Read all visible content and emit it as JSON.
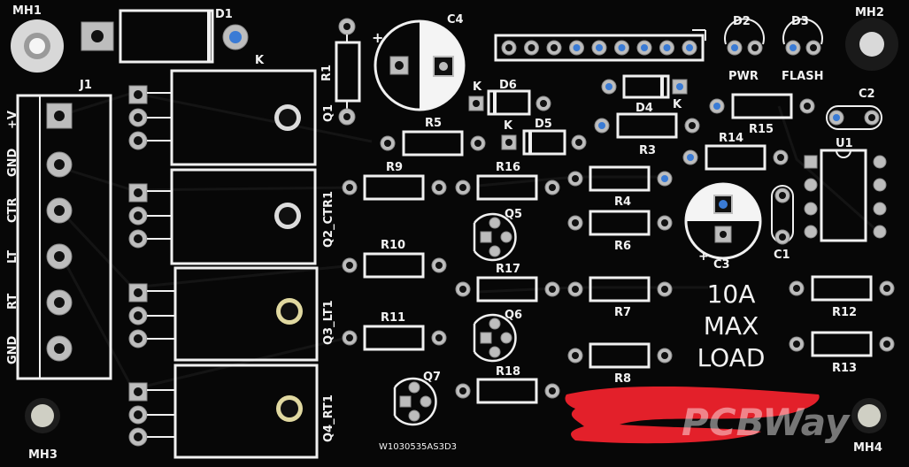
{
  "board": {
    "background": "#070707",
    "silkscreen_color": "#f0f0f0",
    "pad_color": "#bdbdbd",
    "via_color": "#3a7bd5",
    "redaction_color": "#e3202a",
    "watermark": "PCBWay"
  },
  "labels": {
    "mh1": "MH1",
    "mh2": "MH2",
    "mh3": "MH3",
    "mh4": "MH4",
    "d1": "D1",
    "d2": "D2",
    "d3": "D3",
    "d4": "D4",
    "d5": "D5",
    "d6": "D6",
    "k_d1": "K",
    "k_d4": "K",
    "k_d5": "K",
    "k_d6": "K",
    "c1": "C1",
    "c2": "C2",
    "c3": "C3",
    "c4": "C4",
    "c3_plus": "+",
    "c4_plus": "+",
    "j1": "J1",
    "pin_v": "+V",
    "pin_gnd1": "GND",
    "pin_ctr": "CTR",
    "pin_lt": "LT",
    "pin_rt": "RT",
    "pin_gnd2": "GND",
    "q1": "Q1",
    "q2": "Q2_CTR1",
    "q3": "Q3_LT1",
    "q4": "Q4_RT1",
    "q5": "Q5",
    "q6": "Q6",
    "q7": "Q7",
    "r1": "R1",
    "r3": "R3",
    "r4": "R4",
    "r5": "R5",
    "r6": "R6",
    "r7": "R7",
    "r8": "R8",
    "r9": "R9",
    "r10": "R10",
    "r11": "R11",
    "r12": "R12",
    "r13": "R13",
    "r14": "R14",
    "r15": "R15",
    "r16": "R16",
    "r17": "R17",
    "r18": "R18",
    "u1": "U1",
    "pwr": "PWR",
    "flash": "FLASH",
    "max_line1": "10A",
    "max_line2": "MAX",
    "max_line3": "LOAD",
    "serial": "W1030535AS3D3"
  }
}
